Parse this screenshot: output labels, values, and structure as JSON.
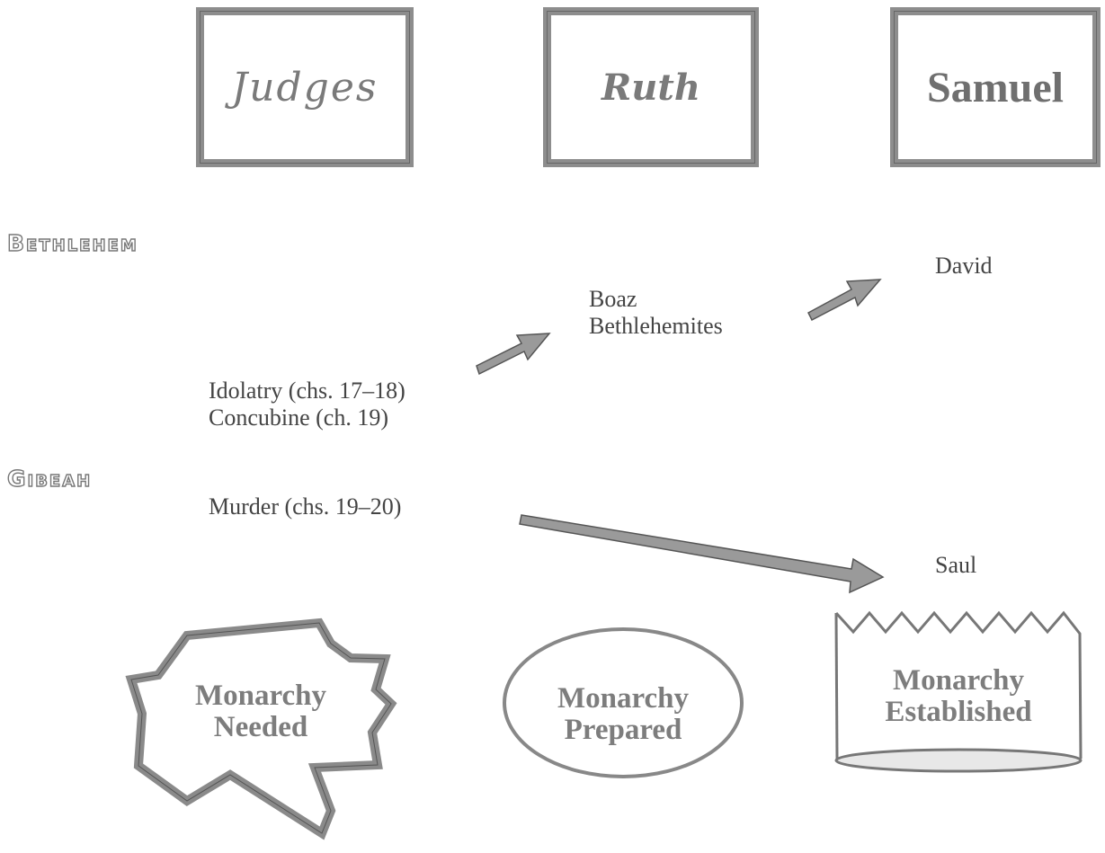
{
  "books": {
    "judges": "Judges",
    "ruth": "Ruth",
    "samuel": "Samuel"
  },
  "places": {
    "bethlehem": "Bethlehem",
    "gibeah": "Gibeah"
  },
  "entries": {
    "boaz": "Boaz",
    "bethlehemites": "Bethlehemites",
    "david": "David",
    "idolatry": "Idolatry (chs. 17–18)",
    "concubine": "Concubine (ch. 19)",
    "murder": "Murder (chs. 19–20)",
    "saul": "Saul"
  },
  "shapes": {
    "needed": [
      "Monarchy",
      "Needed"
    ],
    "prepared": [
      "Monarchy",
      "Prepared"
    ],
    "established": [
      "Monarchy",
      "Established"
    ]
  }
}
